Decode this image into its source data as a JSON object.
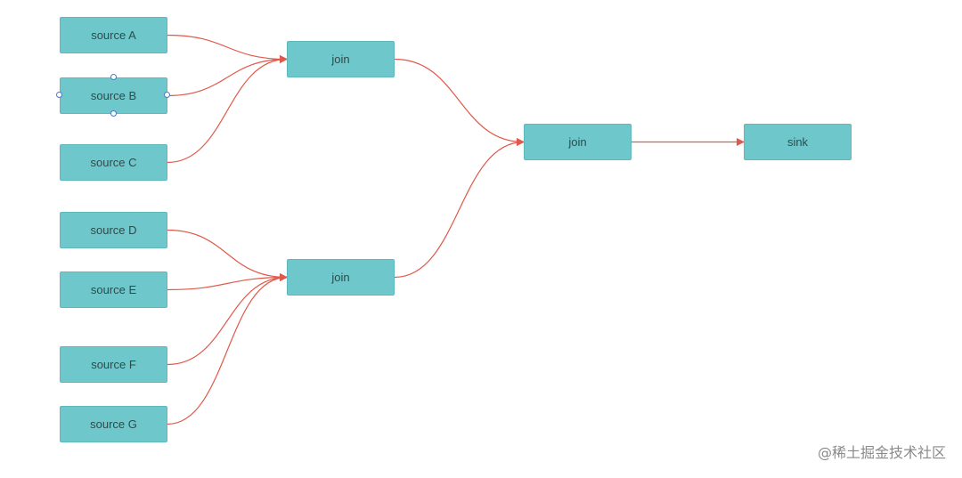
{
  "diagram": {
    "nodes": [
      {
        "id": "srcA",
        "label": "source A"
      },
      {
        "id": "srcB",
        "label": "source B",
        "selected": true
      },
      {
        "id": "srcC",
        "label": "source C"
      },
      {
        "id": "srcD",
        "label": "source D"
      },
      {
        "id": "srcE",
        "label": "source E"
      },
      {
        "id": "srcF",
        "label": "source F"
      },
      {
        "id": "srcG",
        "label": "source G"
      },
      {
        "id": "join1",
        "label": "join"
      },
      {
        "id": "join2",
        "label": "join"
      },
      {
        "id": "join3",
        "label": "join"
      },
      {
        "id": "sink",
        "label": "sink"
      }
    ],
    "edges": [
      {
        "from": "srcA",
        "to": "join1"
      },
      {
        "from": "srcB",
        "to": "join1"
      },
      {
        "from": "srcC",
        "to": "join1"
      },
      {
        "from": "srcD",
        "to": "join2"
      },
      {
        "from": "srcE",
        "to": "join2"
      },
      {
        "from": "srcF",
        "to": "join2"
      },
      {
        "from": "srcG",
        "to": "join2"
      },
      {
        "from": "join1",
        "to": "join3"
      },
      {
        "from": "join2",
        "to": "join3"
      },
      {
        "from": "join3",
        "to": "sink"
      }
    ],
    "colors": {
      "node_fill": "#6ec8cb",
      "edge": "#e0594a",
      "handle": "#4a78c9"
    }
  },
  "watermark": {
    "text": "@稀土掘金技术社区"
  }
}
